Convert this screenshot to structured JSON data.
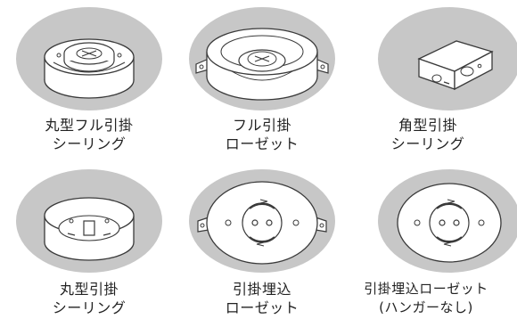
{
  "colors": {
    "backdrop": "#c7c7c7",
    "fixture_fill": "#ffffff",
    "line": "#3a3a3a",
    "text": "#222222"
  },
  "items": [
    {
      "icon": "round-full-hook-ceiling-fixture-icon",
      "label_line1": "丸型フル引掛",
      "label_line2": "シーリング"
    },
    {
      "icon": "full-hook-rosette-icon",
      "label_line1": "フル引掛",
      "label_line2": "ローゼット"
    },
    {
      "icon": "square-hook-ceiling-fixture-icon",
      "label_line1": "角型引掛",
      "label_line2": "シーリング"
    },
    {
      "icon": "round-hook-ceiling-fixture-icon",
      "label_line1": "丸型引掛",
      "label_line2": "シーリング"
    },
    {
      "icon": "flush-hook-rosette-icon",
      "label_line1": "引掛埋込",
      "label_line2": "ローゼット"
    },
    {
      "icon": "flush-hook-rosette-no-hanger-icon",
      "label_line1": "引掛埋込ローゼット",
      "label_line2": "(ハンガーなし)"
    }
  ]
}
